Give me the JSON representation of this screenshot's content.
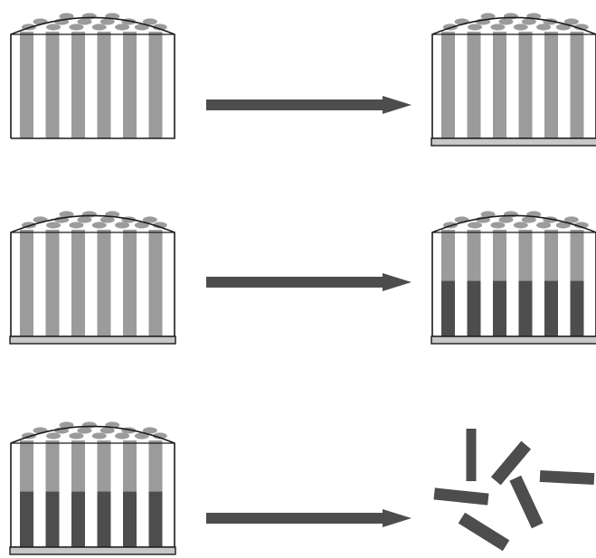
{
  "diagram": {
    "background": "#ffffff",
    "colors": {
      "outline": "#1a1a1a",
      "pore": "#9b9b9b",
      "filled": "#4d4d4d",
      "pore_top_ellipse": "#9b9b9b",
      "base_layer": "#c8c8c8",
      "arrow": "#4d4d4d",
      "fragment": "#4d4d4d"
    },
    "steps": [
      {
        "name": "step-1",
        "left": {
          "base_layer": false,
          "filled_fraction": 0
        },
        "arrow": true,
        "right": {
          "kind": "membrane",
          "base_layer": true,
          "filled_fraction": 0
        }
      },
      {
        "name": "step-2",
        "left": {
          "base_layer": true,
          "filled_fraction": 0
        },
        "arrow": true,
        "right": {
          "kind": "membrane",
          "base_layer": true,
          "filled_fraction": 0.52
        }
      },
      {
        "name": "step-3",
        "left": {
          "base_layer": true,
          "filled_fraction": 0.52
        },
        "arrow": true,
        "right": {
          "kind": "released-rods",
          "rod_count": 6
        }
      }
    ]
  }
}
